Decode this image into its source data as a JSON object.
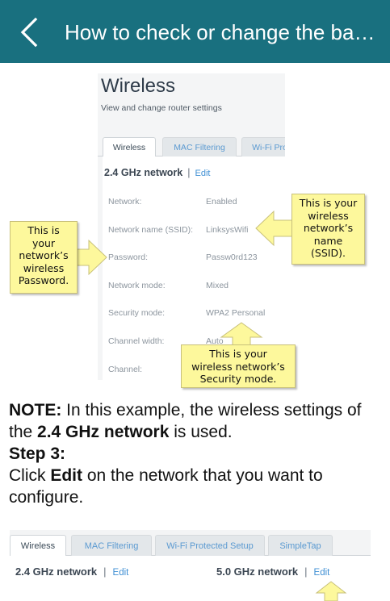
{
  "header": {
    "title": "How to check or change the basic wireless settings of your Linksys Smart Wi-Fi Router"
  },
  "screenshot1": {
    "heading": "Wireless",
    "subheading": "View and change router settings",
    "tabs": [
      "Wireless",
      "MAC Filtering",
      "Wi-Fi Pro"
    ],
    "network_title": "2.4 GHz network",
    "separator": "|",
    "edit_label": "Edit",
    "rows": [
      {
        "label": "Network:",
        "value": "Enabled"
      },
      {
        "label": "Network name (SSID):",
        "value": "LinksysWifi"
      },
      {
        "label": "Password:",
        "value": "Passw0rd123"
      },
      {
        "label": "Network mode:",
        "value": "Mixed"
      },
      {
        "label": "Security mode:",
        "value": "WPA2 Personal"
      },
      {
        "label": "Channel width:",
        "value": "Auto"
      },
      {
        "label": "Channel:",
        "value": ""
      }
    ],
    "callout_ssid": [
      "This is your",
      "wireless",
      "network’s",
      "name",
      "(SSID)."
    ],
    "callout_password": [
      "This is",
      "your",
      "network’s",
      "wireless",
      "Password."
    ],
    "callout_security": [
      "This is your",
      "wireless network’s",
      "Security mode."
    ],
    "callout_color": "#fdf89c"
  },
  "body": {
    "note_label": "NOTE:",
    "note_text_1": " In this example, the wireless settings of the ",
    "note_bold": "2.4 GHz network",
    "note_text_2": " is used.",
    "step_label": "Step 3:",
    "step_text_1": "Click ",
    "step_bold": "Edit",
    "step_text_2": " on the network that you want to configure."
  },
  "screenshot2": {
    "tabs": [
      "Wireless",
      "MAC Filtering",
      "Wi-Fi Protected Setup",
      "SimpleTap"
    ],
    "network_24": "2.4 GHz network",
    "network_50": "5.0 GHz network",
    "separator": "|",
    "edit_label": "Edit"
  },
  "colors": {
    "appbar": "#19707f",
    "link": "#3f8fd4"
  }
}
